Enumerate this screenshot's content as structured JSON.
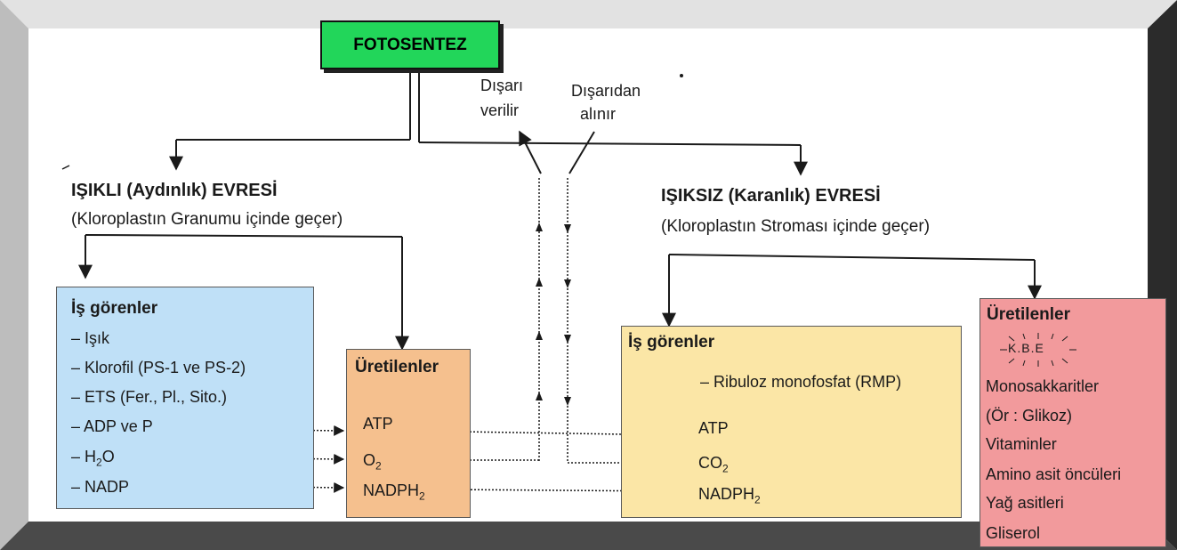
{
  "title": "FOTOSENTEZ",
  "center": {
    "out_label_1": "Dışarı",
    "out_label_2": "verilir",
    "in_label_1": "Dışarıdan",
    "in_label_2": "alınır"
  },
  "light_phase": {
    "title": "IŞIKLI (Aydınlık) EVRESİ",
    "location": "(Kloroplastın Granumu içinde geçer)",
    "workers": {
      "header": "İş görenler",
      "items": [
        "– Işık",
        "– Klorofil (PS-1 ve PS-2)",
        "– ETS (Fer., Pl., Sito.)",
        "– ADP ve P",
        "– H",
        "– NADP"
      ],
      "h2o_sub": "2",
      "h2o_tail": "O"
    },
    "products": {
      "header": "Üretilenler",
      "atp": "ATP",
      "o2": "O",
      "o2_sub": "2",
      "nadph": "NADPH",
      "nadph_sub": "2"
    }
  },
  "dark_phase": {
    "title": "IŞIKSIZ (Karanlık) EVRESİ",
    "location": "(Kloroplastın Stroması içinde geçer)",
    "workers": {
      "header": "İş görenler",
      "rmp": "– Ribuloz monofosfat (RMP)",
      "atp": "ATP",
      "co2": "CO",
      "co2_sub": "2",
      "nadph": "NADPH",
      "nadph_sub": "2"
    },
    "products": {
      "header": "Üretilenler",
      "kbe": "K.B.E",
      "items": [
        "Monosakkaritler",
        "(Ör : Glikoz)",
        "Vitaminler",
        "Amino asit öncüleri",
        "Yağ asitleri",
        "Gliserol"
      ]
    }
  },
  "colors": {
    "title_green": "#22d65a",
    "workers_blue": "#bfe0f7",
    "products_orange": "#f5c08e",
    "dark_workers_yellow": "#fbe6a6",
    "dark_products_red": "#f29a9c"
  }
}
